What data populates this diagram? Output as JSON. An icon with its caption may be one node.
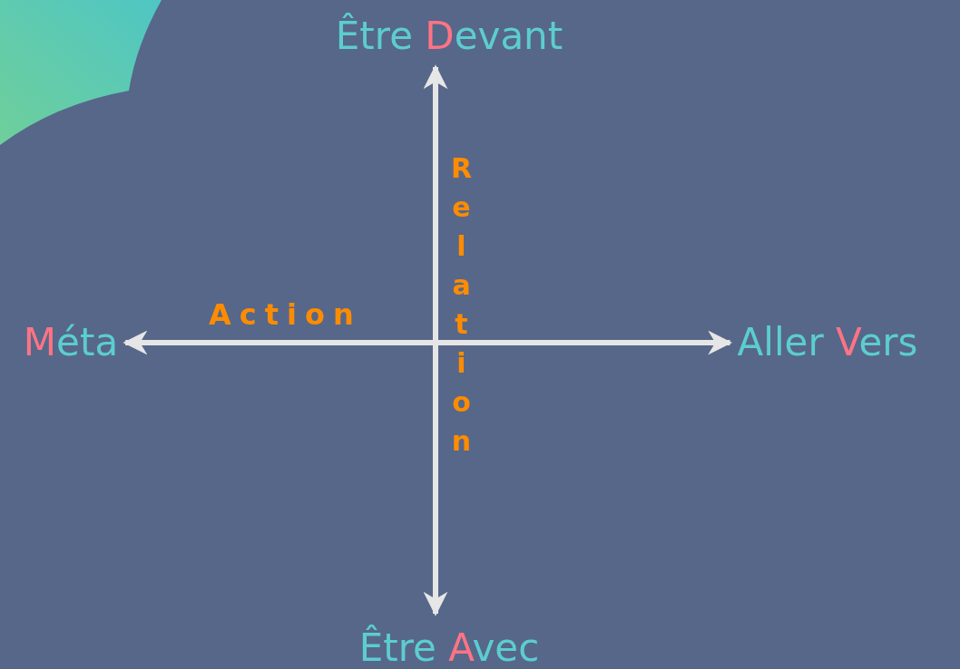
{
  "diagram": {
    "nodes": [
      {
        "text": [
          "Être Devant"
        ]
      },
      {
        "text": [
          "Méta"
        ]
      },
      {
        "text": [
          "Aller Vers"
        ]
      },
      {
        "text": [
          "Être Avec"
        ]
      }
    ],
    "edges": [
      {
        "from": 1,
        "to": 2,
        "arrow": "both",
        "label": "Action"
      },
      {
        "from": 0,
        "to": 3,
        "arrow": "both",
        "label": "Relation"
      }
    ]
  }
}
